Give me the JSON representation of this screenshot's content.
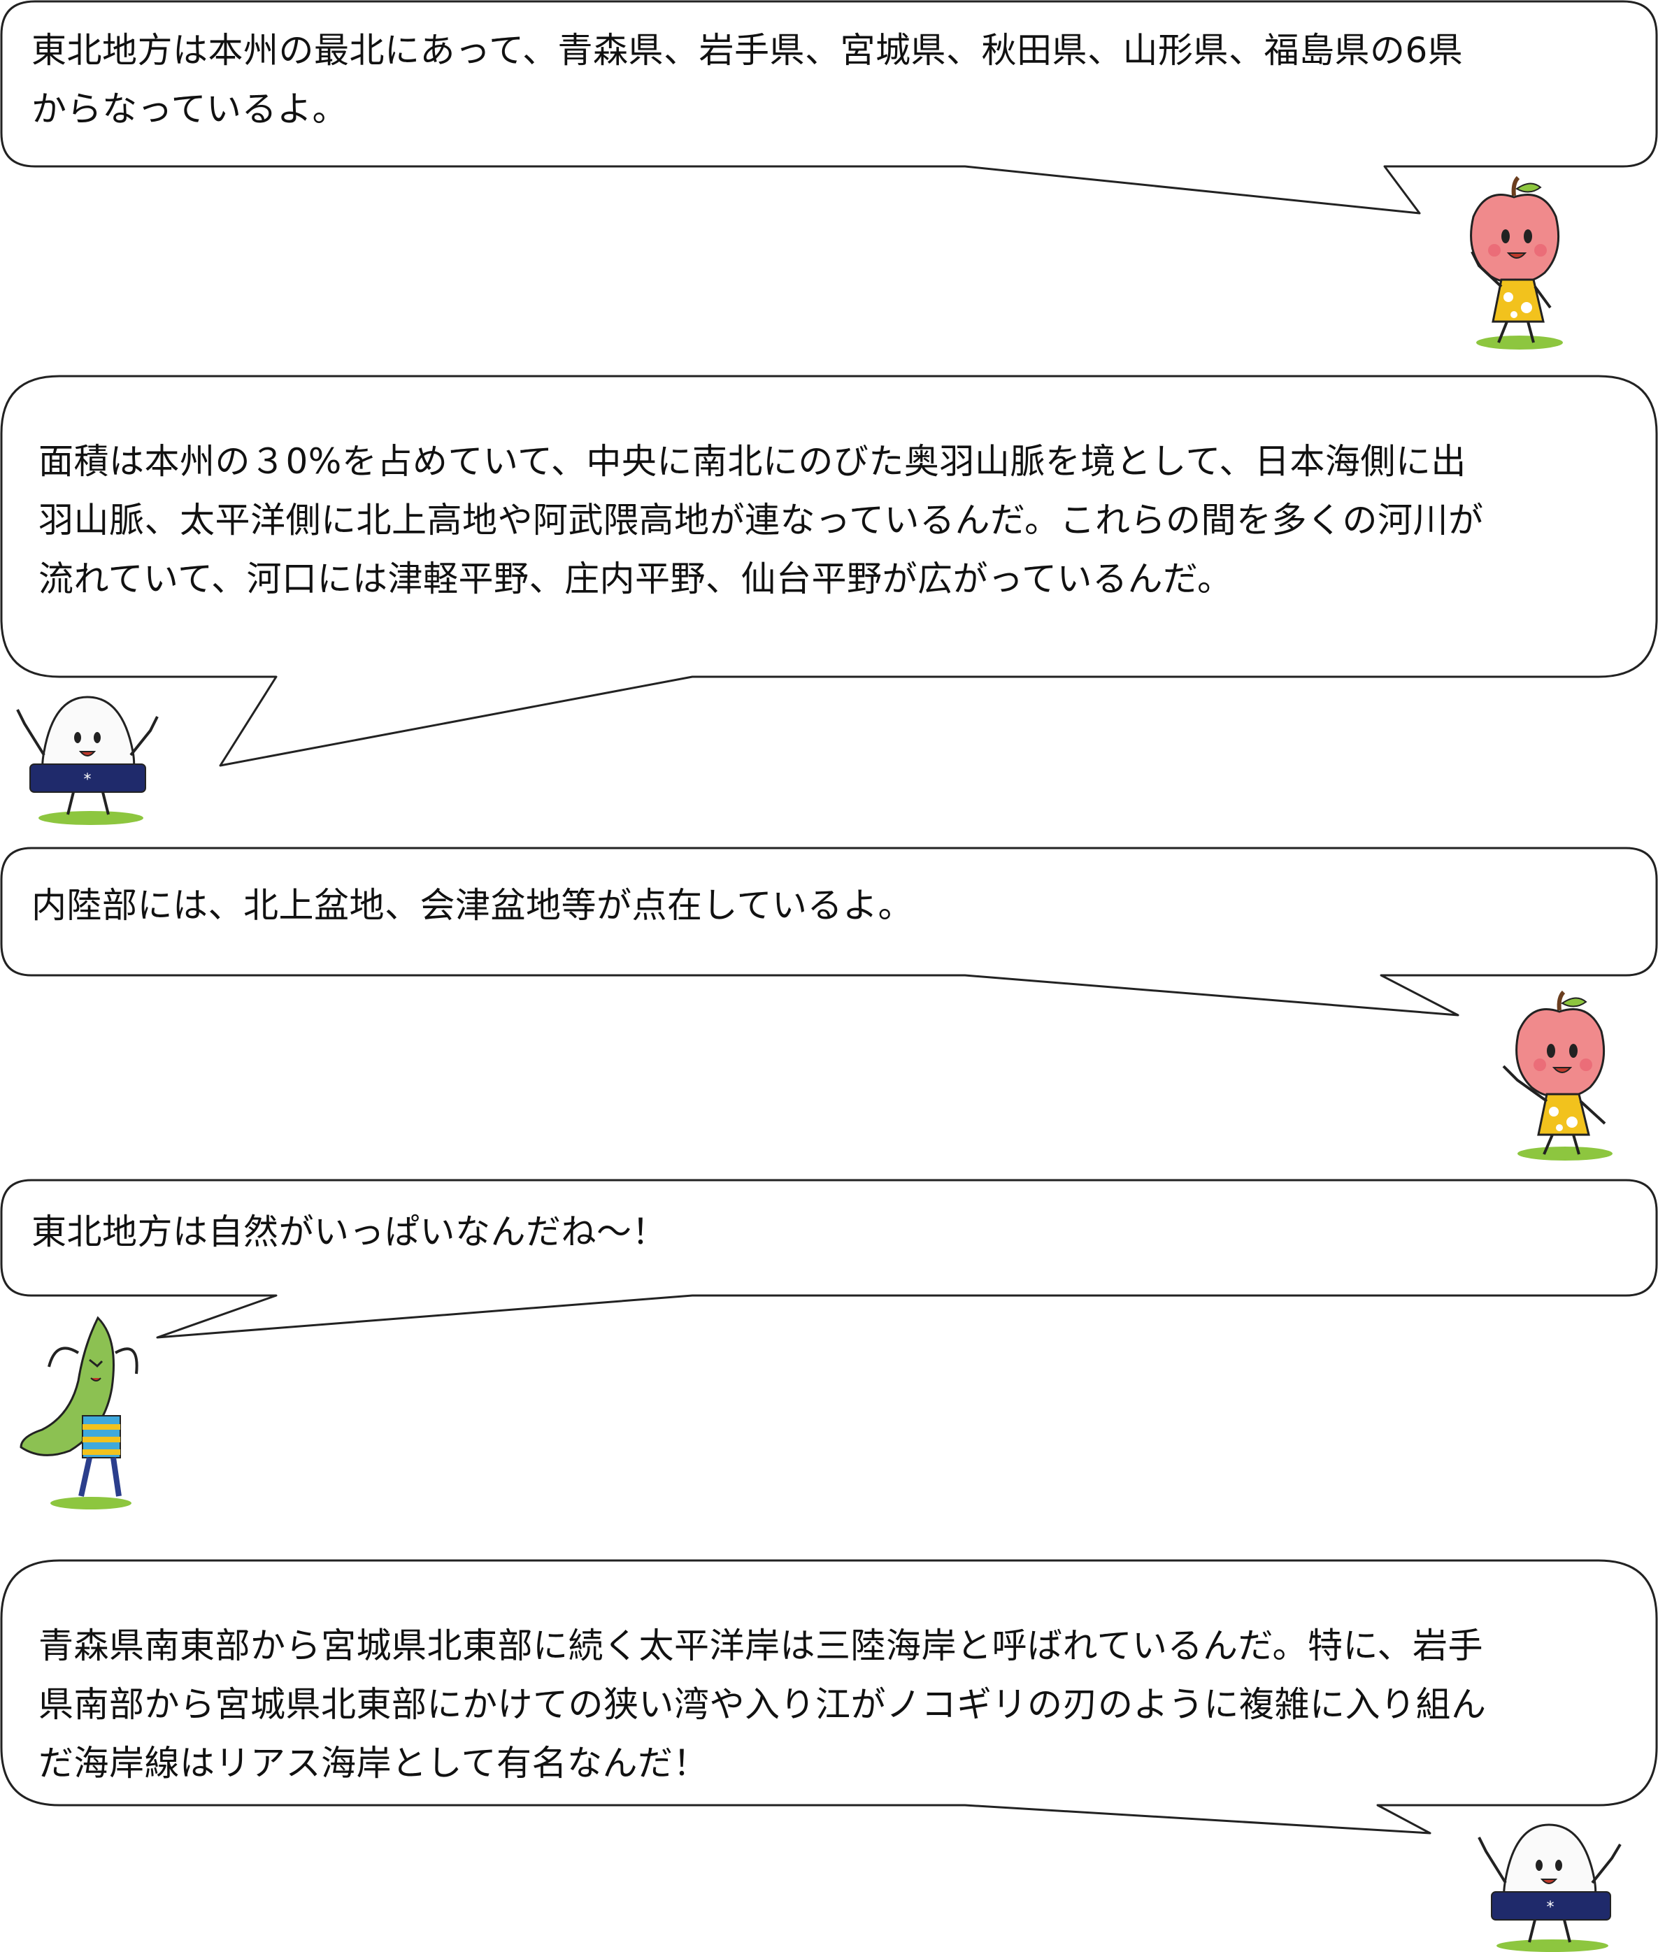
{
  "bubbles": [
    {
      "speaker": "apple",
      "lines": [
        "東北地方は本州の最北にあって、青森県、岩手県、宮城県、秋田県、山形県、福島県の6県",
        "からなっているよ。"
      ]
    },
    {
      "speaker": "rice",
      "lines": [
        "面積は本州の３0%を占めていて、中央に南北にのびた奥羽山脈を境として、日本海側に出",
        "羽山脈、太平洋側に北上高地や阿武隈高地が連なっているんだ。これらの間を多くの河川が",
        "流れていて、河口には津軽平野、庄内平野、仙台平野が広がっているんだ。"
      ]
    },
    {
      "speaker": "apple",
      "lines": [
        "内陸部には、北上盆地、会津盆地等が点在しているよ。"
      ]
    },
    {
      "speaker": "edamame",
      "lines": [
        "東北地方は自然がいっぱいなんだね～！"
      ]
    },
    {
      "speaker": "rice",
      "lines": [
        "青森県南東部から宮城県北東部に続く太平洋岸は三陸海岸と呼ばれているんだ。特に、岩手",
        "県南部から宮城県北東部にかけての狭い湾や入り江がノコギリの刃のように複雑に入り組ん",
        "だ海岸線はリアス海岸として有名なんだ！"
      ]
    }
  ],
  "characters": [
    {
      "name": "apple-character",
      "icon": "apple-mascot-icon"
    },
    {
      "name": "rice-character",
      "icon": "rice-ball-mascot-icon"
    },
    {
      "name": "apple-character",
      "icon": "apple-mascot-icon"
    },
    {
      "name": "edamame-character",
      "icon": "edamame-mascot-icon"
    },
    {
      "name": "rice-character",
      "icon": "rice-ball-mascot-icon"
    }
  ],
  "colors": {
    "outline": "#222222",
    "apple_red": "#f08a8c",
    "apple_dress": "#f2c21d",
    "rice_white": "#fafafa",
    "rice_band": "#1f2a6b",
    "edamame_green": "#8cc152",
    "grass": "#8dc63f"
  }
}
